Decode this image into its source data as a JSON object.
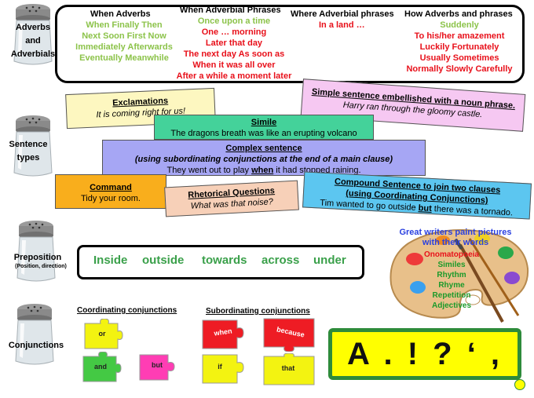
{
  "labels": {
    "adverbs": [
      "Adverbs",
      "and",
      "Adverbials"
    ],
    "sentence_types": [
      "Sentence",
      "types"
    ],
    "preposition": "Preposition",
    "preposition_sub": "(Position, direction)",
    "conjunctions": "Conjunctions"
  },
  "adverbs": {
    "columns": [
      {
        "heading": "When Adverbs",
        "lines": [
          "When  Finally  Then",
          "Next  Soon  First  Now",
          "Immediately  Afterwards",
          "Eventually  Meanwhile"
        ]
      },
      {
        "heading": "When Adverbial Phrases",
        "lines": [
          "Once upon a time",
          "One … morning",
          "Later that day",
          "The next day   As soon as",
          "When it was all over",
          "After a while   a moment later"
        ]
      },
      {
        "heading": "Where Adverbial phrases",
        "lines": [
          "In a land …"
        ]
      },
      {
        "heading": "How Adverbs and phrases",
        "lines": [
          "Suddenly",
          "To his/her amazement",
          "Luckily   Fortunately",
          "Usually   Sometimes",
          "Normally   Slowly   Carefully"
        ]
      }
    ]
  },
  "sentences": {
    "exclamation": {
      "title": "Exclamations",
      "example": "It is coming right for us!"
    },
    "simple_noun": {
      "title": "Simple sentence embellished with a noun phrase.",
      "example": "Harry ran through the gloomy castle."
    },
    "simile": {
      "title": "Simile",
      "example": "The dragons breath was like an erupting volcano"
    },
    "complex": {
      "title": "Complex sentence",
      "subtitle": "(using subordinating conjunctions at the end of a main clause)",
      "example_a": "They went out to play ",
      "example_b": "when",
      "example_c": " it had stopped raining."
    },
    "command": {
      "title": "Command",
      "example": "Tidy your room."
    },
    "rhetorical": {
      "title": "Rhetorical Questions",
      "example": "What was that noise?"
    },
    "compound": {
      "title": "Compound Sentence to join two clauses",
      "subtitle": "(using Coordinating Conjunctions)",
      "example_a": "Tim wanted to go outside ",
      "example_b": "but",
      "example_c": " there was a tornado."
    }
  },
  "prepositions": [
    "Inside",
    "outside",
    "towards",
    "across",
    "under"
  ],
  "conjunctions": {
    "coordinating_heading": "Coordinating conjunctions",
    "subordinating_heading": "Subordinating conjunctions",
    "coordinating": [
      "or",
      "and",
      "but"
    ],
    "subordinating": [
      "when",
      "because",
      "if",
      "that"
    ]
  },
  "palette": {
    "heading": [
      "Great writers paint pictures",
      "with their words"
    ],
    "items": [
      "Onomatopoeia",
      "Similes",
      "Rhythm",
      "Rhyme",
      "Repetition",
      "Adjectives"
    ]
  },
  "punctuation": "A . ! ? ‘ ,",
  "colors": {
    "exclamation": "#fdf7c0",
    "simple_noun": "#f6c8f2",
    "simile": "#44d29a",
    "complex": "#a6a6f4",
    "command": "#f9ae1c",
    "rhetorical": "#f7d0b8",
    "compound": "#5cc6f0",
    "puzzle_yellow": "#f3f311",
    "puzzle_green": "#44c944",
    "puzzle_magenta": "#ff3db4",
    "puzzle_red": "#ee1c24"
  }
}
